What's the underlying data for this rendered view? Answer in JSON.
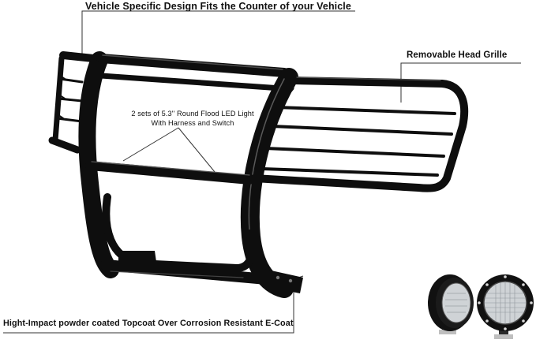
{
  "callouts": {
    "top": "Vehicle Specific Design Fits the Counter of your Vehicle",
    "grille": "Removable Head Grille",
    "led_line1": "2 sets of 5.3'' Round Flood LED Light",
    "led_line2": "With Harness and Switch",
    "bottom": "Hight-Impact powder coated Topcoat Over Corrosion Resistant E-Coat"
  },
  "colors": {
    "background": "#ffffff",
    "guard": "#0e0e0e",
    "guard_highlight": "#5a5a5a",
    "leader_line": "#333333",
    "lamp_lens": "#cfd3d6"
  },
  "icons": {
    "product": "grille-guard-illustration",
    "lights": "round-flood-light-icon"
  }
}
